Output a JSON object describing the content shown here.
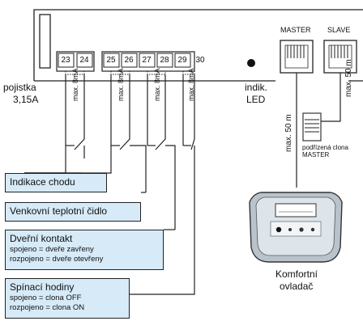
{
  "fuse_label": [
    "pojistka",
    "3,15A"
  ],
  "led_label": [
    "indik.",
    "LED"
  ],
  "master_port_label": "MASTER",
  "slave_port_label": "SLAVE",
  "terminals": [
    "23",
    "24",
    "25",
    "26",
    "27",
    "28",
    "29",
    "30"
  ],
  "wire_current_label": "max. 8mA",
  "cable_length_label": "max. 50 m",
  "slave_panel_label": [
    "podřízená clona",
    "MASTER"
  ],
  "controller_label": [
    "Komfortní",
    "ovladač"
  ],
  "boxes": {
    "run_indication": {
      "title": "Indikace chodu"
    },
    "outdoor_sensor": {
      "title": "Venkovní teplotní čidlo"
    },
    "door_contact": {
      "title": "Dveřní kontakt",
      "line1": "spojeno = dveře zavřeny",
      "line2": "rozpojeno = dveře otevřeny"
    },
    "timer": {
      "title": "Spínací hodiny",
      "line1": "spojeno = clona OFF",
      "line2": "rozpojeno = clona ON"
    }
  },
  "colors": {
    "box_fill": "#d6eaf7",
    "stroke": "#222222"
  }
}
